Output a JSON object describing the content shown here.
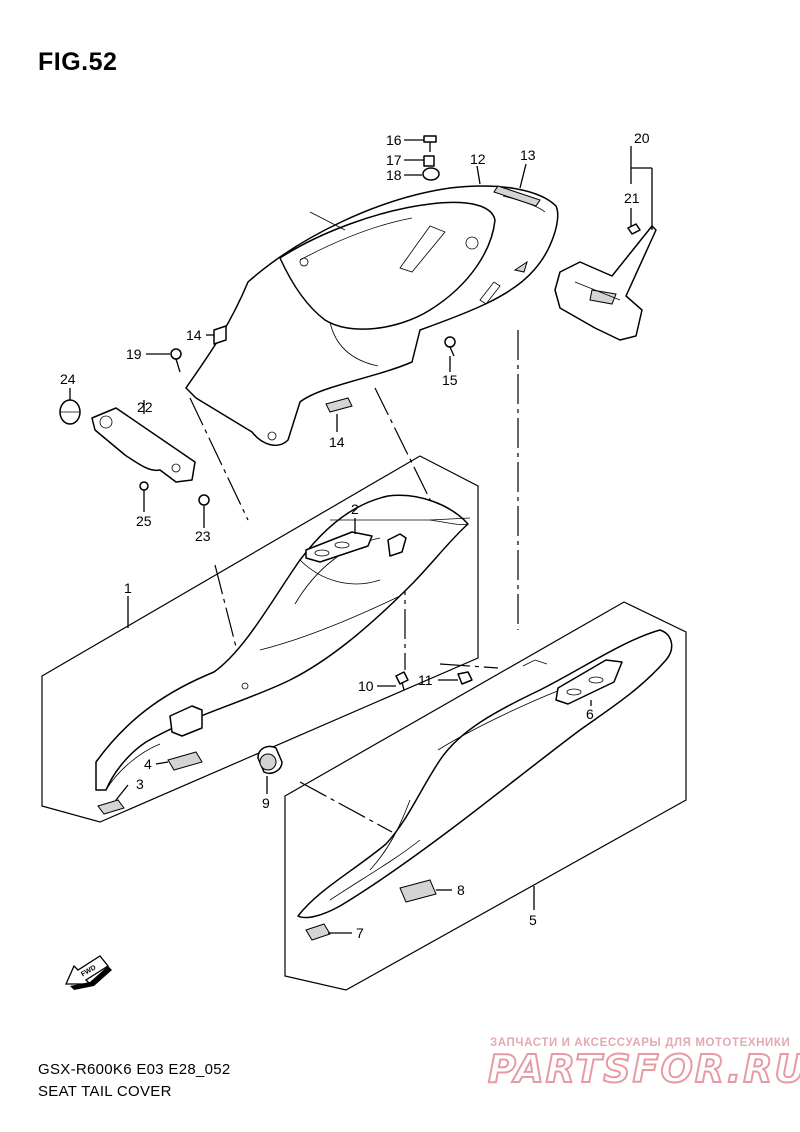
{
  "figure": {
    "title": "FIG.52",
    "model_code": "GSX-R600K6 E03 E28_052",
    "section_name": "SEAT TAIL COVER"
  },
  "watermark": {
    "tagline": "ЗАПЧАСТИ И АКСЕССУАРЫ ДЛЯ МОТОТЕХНИКИ",
    "brand": "PARTSFOR.RU"
  },
  "fwd_label": "FWD",
  "callouts": [
    {
      "id": "p1",
      "label": "1"
    },
    {
      "id": "p2",
      "label": "2"
    },
    {
      "id": "p3",
      "label": "3"
    },
    {
      "id": "p4",
      "label": "4"
    },
    {
      "id": "p5",
      "label": "5"
    },
    {
      "id": "p6",
      "label": "6"
    },
    {
      "id": "p7",
      "label": "7"
    },
    {
      "id": "p8",
      "label": "8"
    },
    {
      "id": "p9",
      "label": "9"
    },
    {
      "id": "p10",
      "label": "10"
    },
    {
      "id": "p11",
      "label": "11"
    },
    {
      "id": "p12",
      "label": "12"
    },
    {
      "id": "p13",
      "label": "13"
    },
    {
      "id": "p14a",
      "label": "14"
    },
    {
      "id": "p14b",
      "label": "14"
    },
    {
      "id": "p15",
      "label": "15"
    },
    {
      "id": "p16",
      "label": "16"
    },
    {
      "id": "p17",
      "label": "17"
    },
    {
      "id": "p18",
      "label": "18"
    },
    {
      "id": "p19",
      "label": "19"
    },
    {
      "id": "p20",
      "label": "20"
    },
    {
      "id": "p21",
      "label": "21"
    },
    {
      "id": "p22",
      "label": "22"
    },
    {
      "id": "p23",
      "label": "23"
    },
    {
      "id": "p24",
      "label": "24"
    },
    {
      "id": "p25",
      "label": "25"
    }
  ]
}
